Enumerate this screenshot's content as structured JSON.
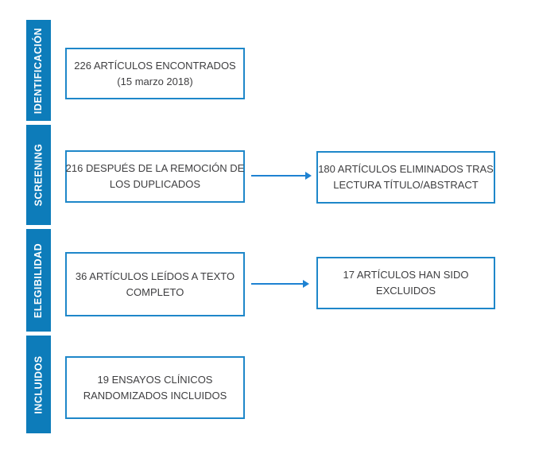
{
  "colors": {
    "bar_blue": "#0d7cba",
    "border_blue": "#1e87c9",
    "arrow_blue": "#1e82d2",
    "text_gray": "#3e3e40"
  },
  "stages": [
    {
      "label": "IDENTIFICACIÓN"
    },
    {
      "label": "SCREENING"
    },
    {
      "label": "ELEGIBILIDAD"
    },
    {
      "label": "INCLUIDOS"
    }
  ],
  "boxes": [
    {
      "lines": [
        "226 ARTÍCULOS ENCONTRADOS",
        "(15 marzo 2018)"
      ]
    },
    {
      "lines": [
        "216 DESPUÉS DE LA REMOCIÓN DE",
        "LOS DUPLICADOS"
      ]
    },
    {
      "lines": [
        "180 ARTÍCULOS ELIMINADOS TRAS",
        "LECTURA TÍTULO/ABSTRACT"
      ]
    },
    {
      "lines": [
        "36 ARTÍCULOS LEÍDOS A TEXTO",
        "COMPLETO"
      ]
    },
    {
      "lines": [
        "17 ARTÍCULOS HAN SIDO",
        "EXCLUIDOS"
      ]
    },
    {
      "lines": [
        "19 ENSAYOS CLÍNICOS",
        "RANDOMIZADOS INCLUIDOS"
      ]
    }
  ]
}
